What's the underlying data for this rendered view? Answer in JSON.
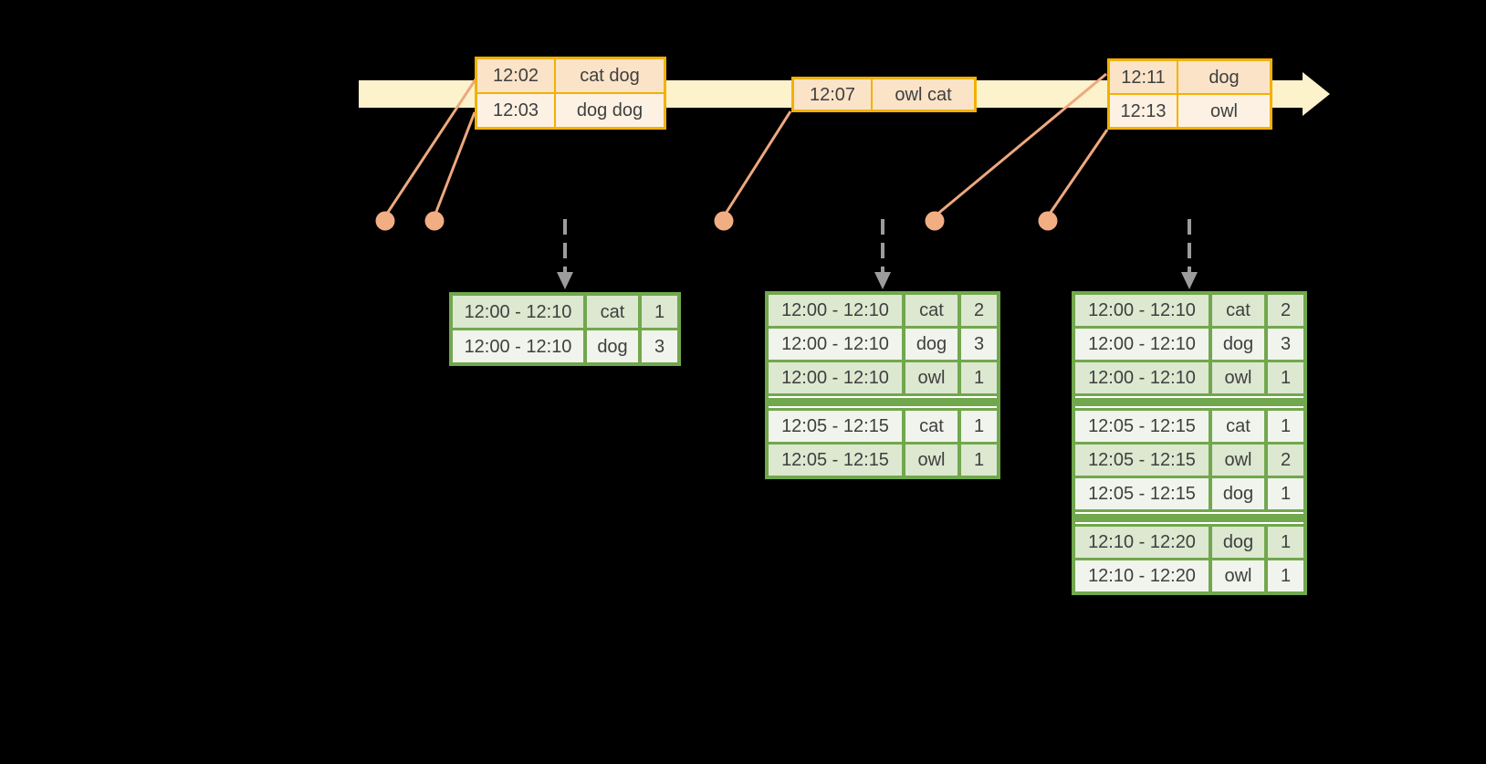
{
  "diagram": {
    "description": "Streaming windowed word-count diagram: events on an event-time arrow feed windowed count result tables at successive triggers",
    "background_color": "#000000"
  },
  "colors": {
    "timeline_fill": "#FCF2CC",
    "event_table_border": "#F2B100",
    "event_row_dark": "#FBE3C8",
    "event_row_light": "#FDF1E3",
    "connector": "#F2AE83",
    "trigger_arrow": "#9C9C9C",
    "result_table_border": "#71A74D",
    "result_row_dark": "#DCE8D0",
    "result_row_light": "#F0F4EC",
    "text": "#3F3F3F"
  },
  "event_tables": [
    {
      "rows": [
        {
          "time": "12:02",
          "words": "cat dog"
        },
        {
          "time": "12:03",
          "words": "dog dog"
        }
      ]
    },
    {
      "rows": [
        {
          "time": "12:07",
          "words": "owl cat"
        }
      ]
    },
    {
      "rows": [
        {
          "time": "12:11",
          "words": "dog"
        },
        {
          "time": "12:13",
          "words": "owl"
        }
      ]
    }
  ],
  "result_tables": [
    {
      "rows": [
        {
          "window": "12:00 - 12:10",
          "word": "cat",
          "count": "1"
        },
        {
          "window": "12:00 - 12:10",
          "word": "dog",
          "count": "3"
        }
      ]
    },
    {
      "rows": [
        {
          "window": "12:00 - 12:10",
          "word": "cat",
          "count": "2"
        },
        {
          "window": "12:00 - 12:10",
          "word": "dog",
          "count": "3"
        },
        {
          "window": "12:00 - 12:10",
          "word": "owl",
          "count": "1"
        },
        {
          "window": "12:05 - 12:15",
          "word": "cat",
          "count": "1"
        },
        {
          "window": "12:05 - 12:15",
          "word": "owl",
          "count": "1"
        }
      ]
    },
    {
      "rows": [
        {
          "window": "12:00 - 12:10",
          "word": "cat",
          "count": "2"
        },
        {
          "window": "12:00 - 12:10",
          "word": "dog",
          "count": "3"
        },
        {
          "window": "12:00 - 12:10",
          "word": "owl",
          "count": "1"
        },
        {
          "window": "12:05 - 12:15",
          "word": "cat",
          "count": "1"
        },
        {
          "window": "12:05 - 12:15",
          "word": "owl",
          "count": "2"
        },
        {
          "window": "12:05 - 12:15",
          "word": "dog",
          "count": "1"
        },
        {
          "window": "12:10 - 12:20",
          "word": "dog",
          "count": "1"
        },
        {
          "window": "12:10 - 12:20",
          "word": "owl",
          "count": "1"
        }
      ]
    }
  ]
}
